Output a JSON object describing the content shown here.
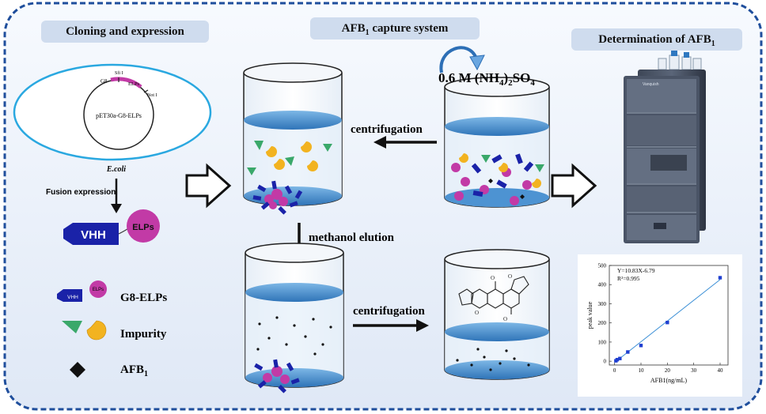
{
  "sections": {
    "cloning": "Cloning and expression",
    "capture": "AFB1 capture system",
    "capture_sub": "1",
    "determination": "Determination of AFB1",
    "determination_sub": "1"
  },
  "plasmid": {
    "name": "pET30a-G8-ELPs",
    "g8": "G8",
    "sfi": "Sfi I",
    "elps": "ELPs",
    "noti": "Not I",
    "host": "E.coli"
  },
  "steps": {
    "fusion": "Fusion expression",
    "fusion_vhh": "VHH",
    "fusion_elps": "ELPs",
    "centrifugation_top": "centrifugation",
    "methanol": "methanol elution",
    "centrifugation_bottom": "centrifugation",
    "salt": "0.6 M (NH4)2SO4"
  },
  "legend": {
    "g8elps": "G8-ELPs",
    "g8elps_vhh": "VHH",
    "g8elps_elps": "ELPs",
    "impurity": "Impurity",
    "afb1": "AFB1",
    "afb1_sub": "1"
  },
  "hplc_label": "Vanquish",
  "colors": {
    "frame": "#1f4e9c",
    "panel": "#cfdcee",
    "vhh": "#1a22a8",
    "elps": "#c23aa6",
    "impurity_green": "#3aa86a",
    "impurity_yellow": "#f2b320",
    "liquid": "#5aa0d8"
  },
  "chart_data": {
    "type": "scatter",
    "equation": "Y=10.83X-6.79",
    "r2": "R²=0.995",
    "xlabel": "AFB1(ng/mL)",
    "ylabel": "peak value",
    "xlim": [
      -2,
      43
    ],
    "ylim": [
      -20,
      500
    ],
    "xticks": [
      0,
      10,
      20,
      30,
      40
    ],
    "yticks": [
      0,
      100,
      200,
      300,
      400,
      500
    ],
    "points": [
      {
        "x": 0.5,
        "y": 2
      },
      {
        "x": 1,
        "y": 8
      },
      {
        "x": 2,
        "y": 14
      },
      {
        "x": 5,
        "y": 48
      },
      {
        "x": 10,
        "y": 82
      },
      {
        "x": 20,
        "y": 202
      },
      {
        "x": 40,
        "y": 436
      }
    ],
    "fit": {
      "slope": 10.83,
      "intercept": -6.79,
      "x_range": [
        0.5,
        40
      ]
    },
    "grid": false
  }
}
